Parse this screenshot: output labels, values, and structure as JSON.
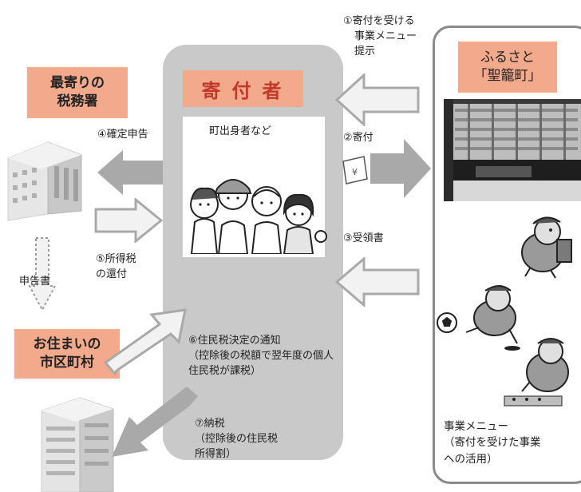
{
  "donor": {
    "title": "寄付者",
    "subtitle": "町出身者など"
  },
  "tax_office": {
    "line1": "最寄りの",
    "line2": "税務署"
  },
  "residence": {
    "line1": "お住まいの",
    "line2": "市区町村"
  },
  "hometown": {
    "line1": "ふるさと",
    "line2": "「聖籠町」",
    "menu_lines": [
      "事業メニュー",
      "（寄付を受けた事業",
      "への活用）"
    ]
  },
  "steps": {
    "s1": [
      "①寄付を受ける",
      "事業メニュー",
      "提示"
    ],
    "s2": "②寄付",
    "s3": "③受領書",
    "s4": "④確定申告",
    "s5": [
      "⑤所得税",
      "の還付"
    ],
    "s6": [
      "⑥住民税決定の通知",
      "（控除後の税額で翌年度の個人",
      "住民税が課税）"
    ],
    "s7": [
      "⑦納税",
      "（控除後の住民税",
      "所得割）"
    ]
  },
  "report_doc": "申告書",
  "colors": {
    "label_bg": "#f3a98c",
    "donor_title_text": "#c0392b",
    "panel_grey": "#c9c9c9",
    "arrow_grey": "#a9a9a9"
  }
}
